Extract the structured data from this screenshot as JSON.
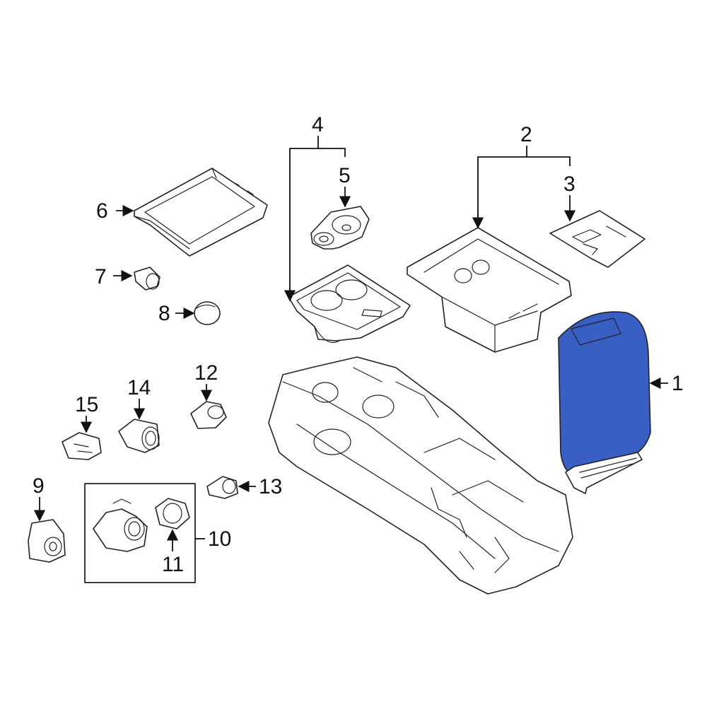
{
  "callouts": {
    "c1": "1",
    "c2": "2",
    "c3": "3",
    "c4": "4",
    "c5": "5",
    "c6": "6",
    "c7": "7",
    "c8": "8",
    "c9": "9",
    "c10": "10",
    "c11": "11",
    "c12": "12",
    "c13": "13",
    "c14": "14",
    "c15": "15"
  },
  "colors": {
    "highlight_part": "#3a5fc4",
    "line": "#222222",
    "background": "#ffffff"
  }
}
